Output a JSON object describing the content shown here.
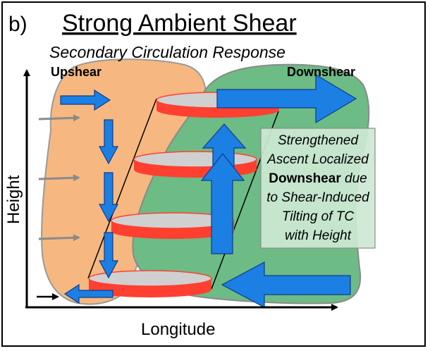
{
  "panel_label": "b)",
  "title": "Strong Ambient Shear",
  "subtitle": "Secondary Circulation Response",
  "region_labels": {
    "left": "Upshear",
    "right": "Downshear"
  },
  "axis_labels": {
    "x": "Longitude",
    "y": "Height"
  },
  "annotation": {
    "line1": "Strengthened",
    "line2": "Ascent Localized",
    "line3_bold": "Downshear",
    "line3_rest": " due",
    "line4": "to Shear-Induced",
    "line5": "Tilting of TC",
    "line6": "with Height"
  },
  "colors": {
    "upshear_region": "#f6b880",
    "downshear_region": "#6dbb85",
    "flow_arrow": "#1c7fe3",
    "environmental_arrow": "#8a8a8a",
    "vortex_disk_fill": "#c8c8c8",
    "vortex_disk_edge": "#ff3a2a",
    "annotation_box": "#cde8d4"
  },
  "icons": {
    "flow": "blue-block-arrow",
    "environment": "gray-line-arrow",
    "vortex_level": "red-disk"
  }
}
